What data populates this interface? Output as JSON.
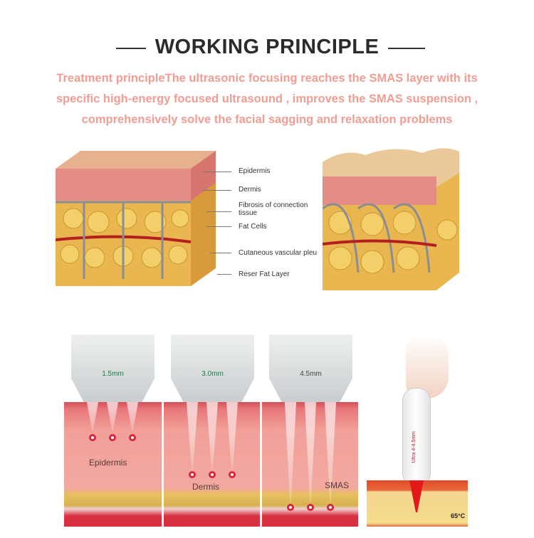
{
  "title": "WORKING PRINCIPLE",
  "subtitle_lines": [
    "Treatment principleThe ultrasonic focusing reaches the SMAS layer with its",
    "specific high-energy focused ultrasound , improves the SMAS suspension ,",
    "comprehensively solve the facial sagging and relaxation problems"
  ],
  "skin_labels": [
    "Epidermis",
    "Dermis",
    "Fibrosis of connection",
    "tissue",
    "Fat Cells",
    "Cutaneous vascular pleu",
    "Reser Fat Layer"
  ],
  "panels": [
    {
      "depth": "1.5mm",
      "label": "Epidermis"
    },
    {
      "depth": "3.0mm",
      "label": "Dermis"
    },
    {
      "depth": "4.5mm",
      "label": "SMAS"
    }
  ],
  "device": {
    "text": "Ultra 4-4.5mm",
    "temperature": "65°C"
  },
  "colors": {
    "accent": "#f29d93",
    "title": "#2b2b2b"
  }
}
